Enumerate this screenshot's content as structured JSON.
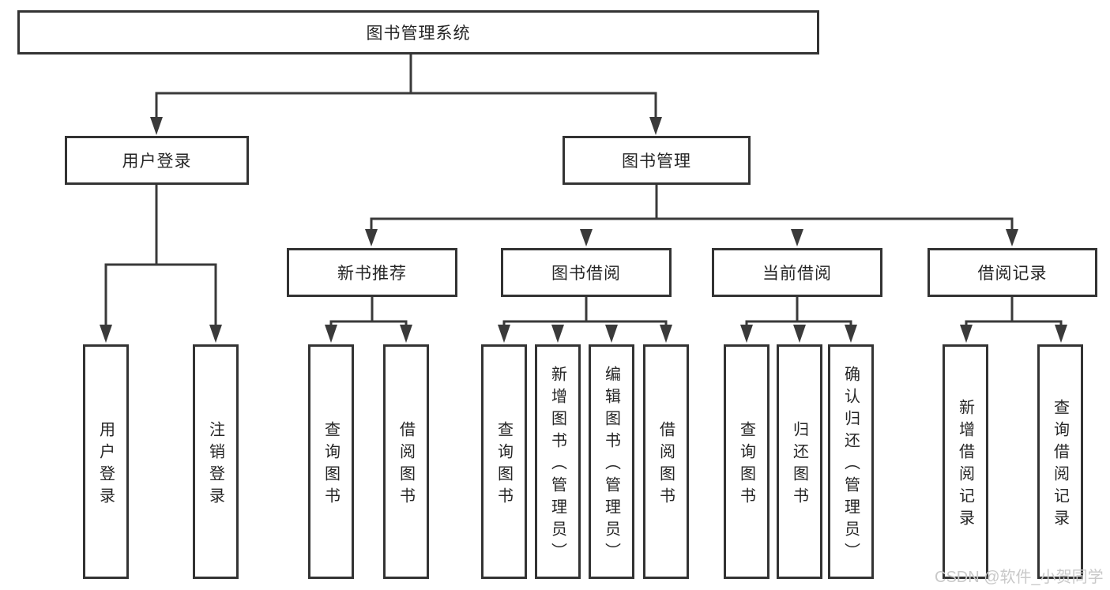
{
  "tree": {
    "root": {
      "label": "图书管理系统",
      "children": [
        {
          "label": "用户登录",
          "children": [
            {
              "label": "用户登录"
            },
            {
              "label": "注销登录"
            }
          ]
        },
        {
          "label": "图书管理",
          "children": [
            {
              "label": "新书推荐",
              "children": [
                {
                  "label": "查询图书"
                },
                {
                  "label": "借阅图书"
                }
              ]
            },
            {
              "label": "图书借阅",
              "children": [
                {
                  "label": "查询图书"
                },
                {
                  "label": "新增图书（管理员）"
                },
                {
                  "label": "编辑图书（管理员）"
                },
                {
                  "label": "借阅图书"
                }
              ]
            },
            {
              "label": "当前借阅",
              "children": [
                {
                  "label": "查询图书"
                },
                {
                  "label": "归还图书"
                },
                {
                  "label": "确认归还（管理员）"
                }
              ]
            },
            {
              "label": "借阅记录",
              "children": [
                {
                  "label": "新增借阅记录"
                },
                {
                  "label": "查询借阅记录"
                }
              ]
            }
          ]
        }
      ]
    }
  },
  "watermark": {
    "text": "CSDN @软件_小贺同学",
    "color": "#c9c9c9"
  },
  "colors": {
    "line": "#3a3a3a",
    "box_border": "#333333",
    "box_background": "#ffffff",
    "text": "#262626"
  }
}
